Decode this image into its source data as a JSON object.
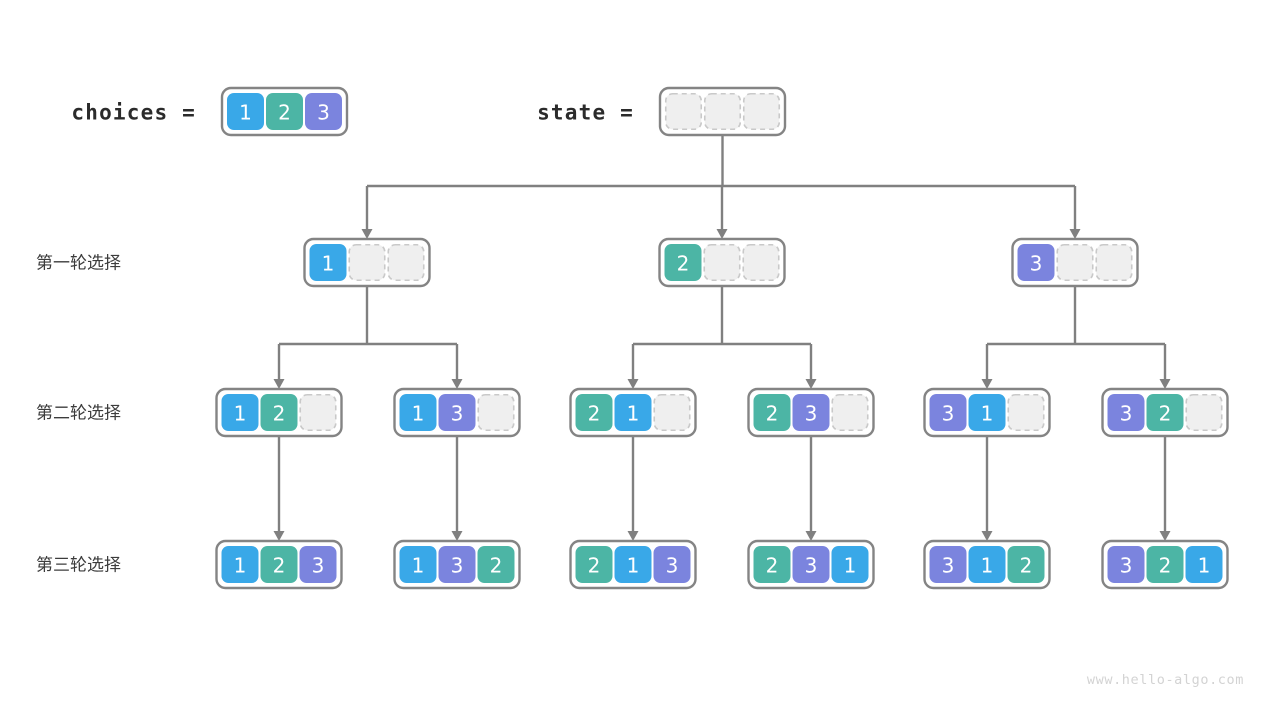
{
  "diagram": {
    "title_vars": {
      "choices_label": "choices =",
      "state_label": "state ="
    },
    "row_labels": [
      "第一轮选择",
      "第二轮选择",
      "第三轮选择"
    ],
    "watermark": "www.hello-algo.com",
    "colors": {
      "value_1": "#39a8e8",
      "value_2": "#4cb5a5",
      "value_3": "#7b84de",
      "empty_fill": "#efefef",
      "empty_stroke": "#c9c9c9",
      "box_stroke": "#848484",
      "edge": "#808080",
      "label_text": "#3c3c3c",
      "var_text": "#2b2b2b",
      "watermark_text": "#d3d3d3",
      "cell_text": "#ffffff"
    },
    "choices_array": {
      "cells": [
        "1",
        "2",
        "3"
      ]
    },
    "state_array": {
      "cells": [
        "",
        "",
        ""
      ]
    },
    "levels": [
      {
        "label": "第一轮选择",
        "nodes": [
          {
            "cells": [
              "1",
              "",
              ""
            ]
          },
          {
            "cells": [
              "2",
              "",
              ""
            ]
          },
          {
            "cells": [
              "3",
              "",
              ""
            ]
          }
        ]
      },
      {
        "label": "第二轮选择",
        "nodes": [
          {
            "cells": [
              "1",
              "2",
              ""
            ]
          },
          {
            "cells": [
              "1",
              "3",
              ""
            ]
          },
          {
            "cells": [
              "2",
              "1",
              ""
            ]
          },
          {
            "cells": [
              "2",
              "3",
              ""
            ]
          },
          {
            "cells": [
              "3",
              "1",
              ""
            ]
          },
          {
            "cells": [
              "3",
              "2",
              ""
            ]
          }
        ]
      },
      {
        "label": "第三轮选择",
        "nodes": [
          {
            "cells": [
              "1",
              "2",
              "3"
            ]
          },
          {
            "cells": [
              "1",
              "3",
              "2"
            ]
          },
          {
            "cells": [
              "2",
              "1",
              "3"
            ]
          },
          {
            "cells": [
              "2",
              "3",
              "1"
            ]
          },
          {
            "cells": [
              "3",
              "1",
              "2"
            ]
          },
          {
            "cells": [
              "3",
              "2",
              "1"
            ]
          }
        ]
      }
    ]
  }
}
